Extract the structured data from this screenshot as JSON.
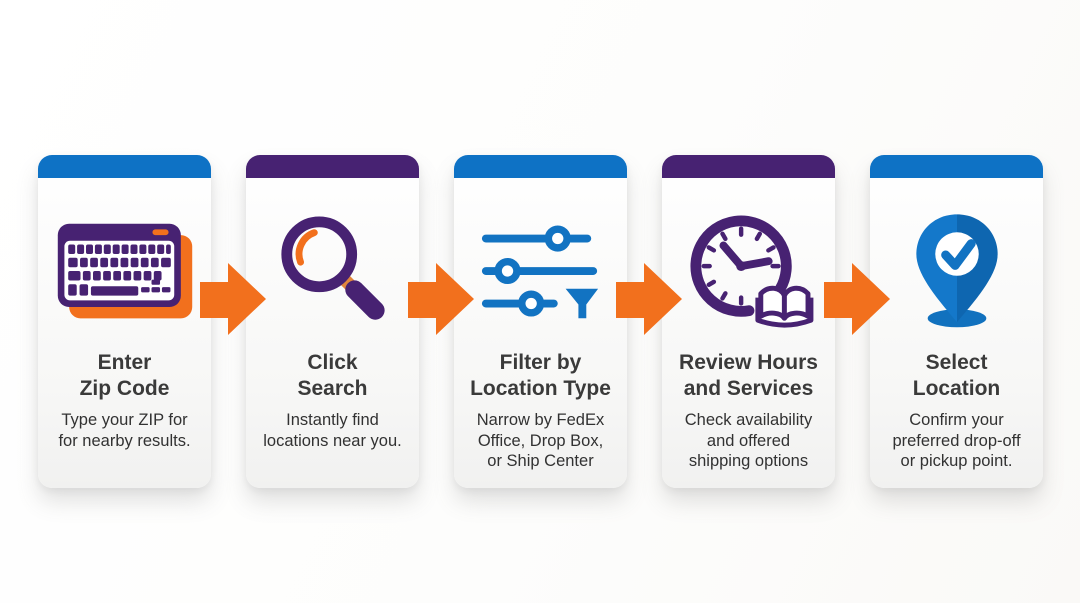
{
  "page": {
    "title": "FedEx location finder – five step infographic"
  },
  "colors": {
    "accent_blue": "#0e72c5",
    "accent_purple": "#472272",
    "arrow_orange": "#f2701d",
    "icon_blue": "#1273c2",
    "title_text": "#3a3a3a",
    "body_text": "#323232"
  },
  "steps": [
    {
      "accent": "blue",
      "icon": "keyboard-icon",
      "title": "Enter\nZip Code",
      "body": "Type your ZIP for\nfor nearby results."
    },
    {
      "accent": "purple",
      "icon": "magnifier-icon",
      "title": "Click\nSearch",
      "body": "Instantly find\nlocations near you."
    },
    {
      "accent": "blue",
      "icon": "filter-sliders-icon",
      "title": "Filter by\nLocation Type",
      "body": "Narrow by FedEx\nOffice, Drop Box,\nor Ship Center"
    },
    {
      "accent": "purple",
      "icon": "clock-book-icon",
      "title": "Review Hours\nand Services",
      "body": "Check availability\nand offered\nshipping options"
    },
    {
      "accent": "blue",
      "icon": "location-pin-check-icon",
      "title": "Select\nLocation",
      "body": "Confirm your\npreferred drop-off\nor pickup point."
    }
  ],
  "arrows": {
    "count": 4,
    "direction": "right"
  }
}
